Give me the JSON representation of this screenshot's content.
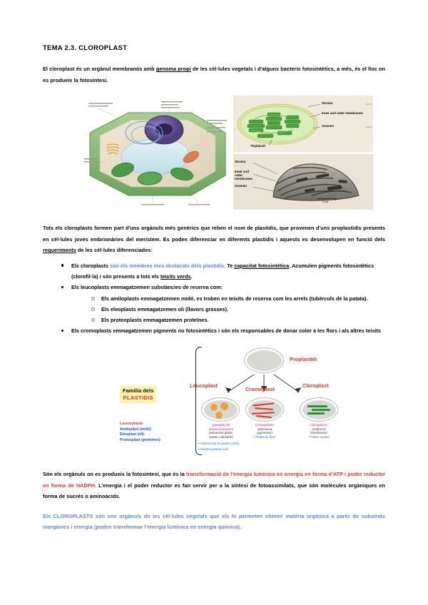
{
  "document": {
    "title": "TEMA 2.3. CLOROPLAST",
    "intro": {
      "part1": "El cloroplast és un orgànul membranós amb ",
      "underlined": "genoma propi",
      "part2": " de les cèl·lules vegetals i d'alguns bacteris fotosintètics, a més, és el lloc on es produeix la fotosíntesi."
    },
    "paragraph_plastids": {
      "part1": "Tots els cloroplasts formen part d'uns orgànuls més genèrics que reben el nom de plastidis, que provenen d'uns proplastidis presents en cèl·lules joves embrionàries del meristem. Es poden diferenciar en diferents plastidis i aquests es desenvolupen en funció dels ",
      "underlined": "requeriments",
      "part2": " de les cèl·lules diferenciades:"
    },
    "bullets": [
      {
        "lead": "Els cloroplasts ",
        "blue": "són els membres mes destacats dels plastidis.",
        "mid": " Te ",
        "underlined": "capacitat fotosintètica",
        "tail": ". Acumulen pigments fotosintètics (clorofil·la) i són presents a tots els ",
        "underlined2": "teixits verds",
        "tail2": ".",
        "sub": []
      },
      {
        "lead": "Els leucoplasts emmagatzemen substàncies de reserva com:",
        "sub": [
          "Els amiloplasts emmagatzemen midó, es troben en teixits de reserva com les arrels (tubèrculs de la patata).",
          "Els eleoplasts emmagatzemen oli (llavors grasses).",
          "Els proteoplasts emmagatzemen proteïnes."
        ]
      },
      {
        "lead": "Els cromoplasts emmagatzemen pigments no fotosintètics i són els responsables de donar color a les flors i als altres teixits",
        "sub": []
      }
    ],
    "paragraph_photosynthesis": {
      "part1": "Són els orgànuls on es produeix la fotosíntesi, que és la ",
      "red": "transformació de l'energia lumínica en energia en forma d'ATP i poder reductor en forma de NADPH.",
      "part2": " L'energia i el poder reductor es fan servir per a la síntesi de fotoassimilats, que són molècules orgàniques en forma de sucrés o aminoàcids."
    },
    "paragraph_final": "Els CLOROPLASTS són uns orgànuls de les cèl·lules vegetals que els hi permeten obtenir matèria orgànica a partir de substrats inorgànics i energia (poden transformar l'energia lumínica en energia química)."
  },
  "figure_cell": {
    "caption_hidden": "plant cell cutaway illustration"
  },
  "figure_chloroplast": {
    "labels": [
      "Stroma",
      "Inner and outer membranes",
      "Granum",
      "Thylakoid"
    ]
  },
  "figure_micrograph": {
    "labels": [
      "Stroma",
      "Inner and outer membranes",
      "Granum"
    ],
    "scale": "1 µm"
  },
  "plastid_diagram": {
    "family_box": {
      "line1": "Familia dels",
      "line2": "PLASTIDIS"
    },
    "root": "Proplastidi",
    "branches": [
      "Leucoplast",
      "Cromoplast",
      "Cloroplast"
    ],
    "captions": [
      {
        "title_line1": "plastidio de",
        "title_line2": "almacenamiento",
        "sub1": "(almacena grasa,",
        "sub2": "aceite o almidón)"
      },
      {
        "title_line1": "cromoplasto",
        "sub1": "(almacena",
        "sub2": "pigmentos)",
        "bullet": "• Pètals de flors"
      },
      {
        "title_line1": "cloroplasto",
        "sub1": "(realiza la",
        "sub2": "fotosíntesis)",
        "bullet": "• Fulles verdes"
      }
    ],
    "notes": [
      "• Tubércul de la patata (midó)",
      "• Llavors grasses (oli)"
    ],
    "leucoplast_legend": {
      "header": "Leucoplasts",
      "items": [
        "Amiloplast (midó)",
        "Eleoplast (oli)",
        "Proteoplast (proteïnes)"
      ]
    }
  },
  "colors": {
    "blue_text": "#5b87d8",
    "red_text": "#e8342a",
    "pink_caption": "#e85aa8",
    "highlight_yellow": "#fdf3a8",
    "legend_blue": "#1d4fd0"
  }
}
